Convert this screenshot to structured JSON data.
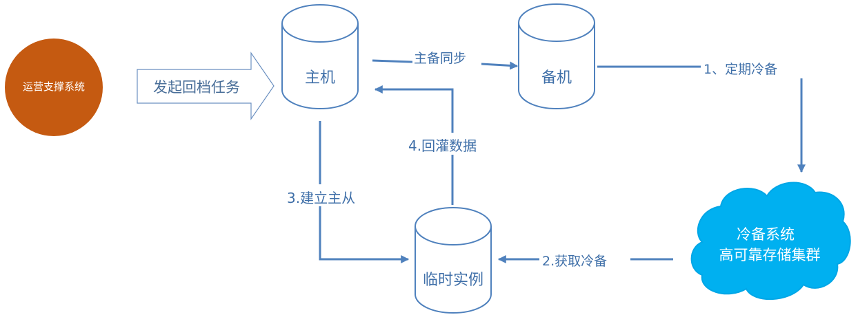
{
  "nodes": {
    "ops": "运营支撑系统",
    "primary": "主机",
    "standby": "备机",
    "temp": "临时实例",
    "cloud_line1": "冷备系统",
    "cloud_line2": "高可靠存储集群"
  },
  "labels": {
    "initiate": "发起回档任务",
    "sync": "主备同步",
    "cold_backup": "1、定期冷备",
    "fetch": "2.获取冷备",
    "master_slave": "3.建立主从",
    "restore": "4.回灌数据"
  },
  "colors": {
    "ops_fill": "#c55a11",
    "line": "#4f81bd",
    "label": "#3f6fa8",
    "cloud_fill": "#00b0f0",
    "cylinder_stroke": "#4f81bd"
  }
}
